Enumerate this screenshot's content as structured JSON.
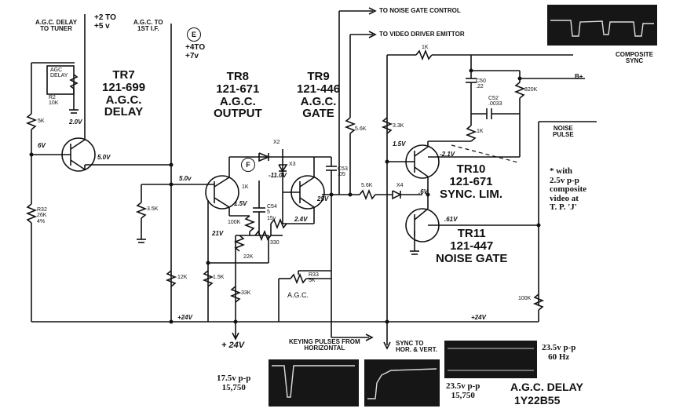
{
  "top_labels": {
    "agc_delay_to_tuner": [
      "A.G.C. DELAY",
      "TO TUNER"
    ],
    "supply_2_5": [
      "+2 TO",
      "+5 v"
    ],
    "agc_to_if": [
      "A.G.C. TO",
      "1ST I.F."
    ],
    "supply_4_7": [
      "+4TO",
      "+7v"
    ],
    "to_noise_gate_control": "TO NOISE GATE CONTROL",
    "to_video_driver": "TO VIDEO DRIVER EMITTOR",
    "composite_sync": [
      "COMPOSITE",
      "SYNC"
    ],
    "b_plus": "B+",
    "noise_pulse": [
      "NOISE",
      "PULSE"
    ]
  },
  "test_points": {
    "e": "E",
    "f": "F"
  },
  "transistors": {
    "tr7": [
      "TR7",
      "121-699",
      "A.G.C.",
      "DELAY"
    ],
    "tr8": [
      "TR8",
      "121-671",
      "A.G.C.",
      "OUTPUT"
    ],
    "tr9": [
      "TR9",
      "121-446",
      "A.G.C.",
      "GATE"
    ],
    "tr10": [
      "TR10",
      "121-671",
      "SYNC. LIM."
    ],
    "tr11": [
      "TR11",
      "121-447",
      "NOISE GATE"
    ]
  },
  "components": {
    "agc_delay_pot": [
      "AGC",
      "DELAY"
    ],
    "r2": [
      "R2",
      "10K"
    ],
    "r_5k": "5K",
    "r32": [
      "R32",
      "26K",
      "4%"
    ],
    "r_3_5k": "3.5K",
    "r_12k": "12K",
    "r_1_5k": "1.5K",
    "r_33k": "33K",
    "r_100k": "100K",
    "r_22k": "22K",
    "r_330": "330",
    "r_1k_tr8": "1K",
    "c54": [
      "C54",
      "5",
      "15v"
    ],
    "x2": "X2",
    "x3": "X3",
    "x4": "X4",
    "c53": [
      "C53",
      ".05"
    ],
    "r33": [
      "R33",
      "5K"
    ],
    "agc_pot_label": "A.G.C.",
    "r_5_6k_top": "5.6K",
    "r_5_6k_series": "5.6K",
    "r_3_3k": "3.3K",
    "r_1k_top": "1K",
    "c50": [
      "C50",
      ".22"
    ],
    "c52": [
      "C52",
      ".0033"
    ],
    "r_820k": "820K",
    "r_1k_mid": "1K",
    "r_100k_right": "100K"
  },
  "voltages": {
    "v_2_0": "2.0V",
    "v_6": "6V",
    "v_5_0_tr7": "5.0V",
    "v_5_0_tr8": "5.0v",
    "v_1_5_tr8": "1.5V",
    "v_21": "21V",
    "v_11": "-11.0V",
    "v_25": "25V",
    "v_2_4": "2.4V",
    "v_1_5_tr10": "1.5V",
    "v_2_1": "-2.1V",
    "v_0_6": ".6V",
    "v_0_61": ".61V",
    "plus_24v_left": "+24V",
    "plus_24v_right": "+24V",
    "plus_24v_bottom": "+ 24V"
  },
  "notes": {
    "asterisk_note": [
      "* with",
      "2.5v p-p",
      "composite",
      "video at",
      "T. P. 'J'"
    ]
  },
  "bottom_labels": {
    "keying_pulses": [
      "KEYING PULSES FROM",
      "HORIZONTAL"
    ],
    "sync_to": [
      "SYNC TO",
      "HOR. & VERT."
    ],
    "scope1": [
      "17.5v p-p",
      "15,750"
    ],
    "scope3": [
      "23.5v p-p",
      "15,750"
    ],
    "scope4": [
      "23.5v p-p",
      "60 Hz"
    ],
    "agc_delay_caption": "A.G.C. DELAY",
    "figure_code": "1Y22B55"
  }
}
